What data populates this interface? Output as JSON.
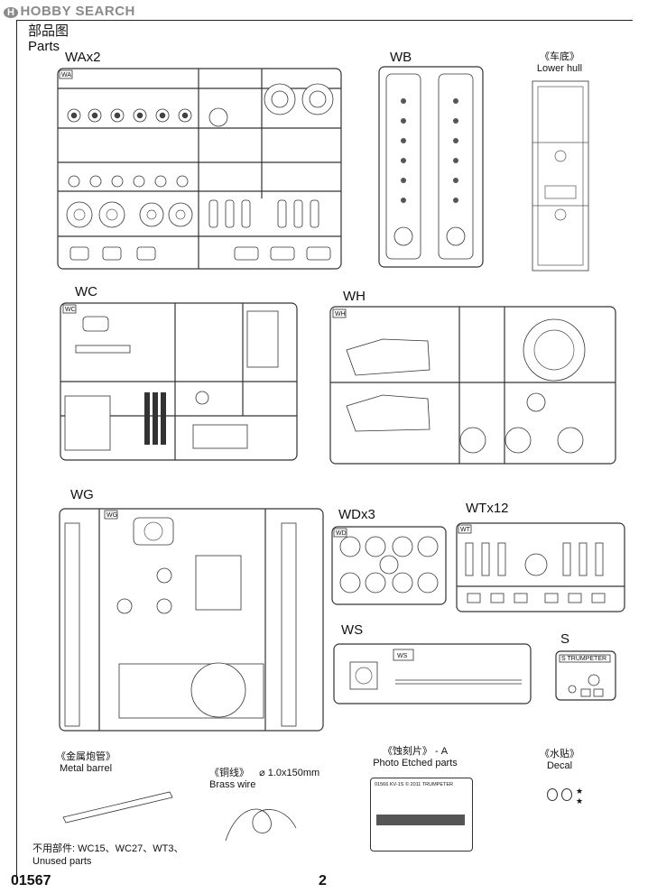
{
  "watermark": {
    "badge": "H",
    "text": "HOBBY SEARCH"
  },
  "header": {
    "cn": "部品图",
    "en": "Parts"
  },
  "sprues": {
    "wa": "WAx2",
    "wb": "WB",
    "wc": "WC",
    "wh": "WH",
    "wg": "WG",
    "wd": "WDx3",
    "wt": "WTx12",
    "ws": "WS",
    "s": "S"
  },
  "lower_hull": {
    "cn": "《车底》",
    "en": "Lower hull"
  },
  "metal_barrel": {
    "cn": "《金属炮管》",
    "en": "Metal barrel"
  },
  "brass_wire": {
    "cn": "《铜线》",
    "spec": "⌀ 1.0x150mm",
    "en": "Brass wire"
  },
  "photo_etched": {
    "cn": "《蚀刻片》 - A",
    "en": "Photo Etched parts",
    "plate_text": "01566   KV-1S  © 2011  TRUMPETER"
  },
  "decal": {
    "cn": "《水贴》",
    "en": "Decal"
  },
  "unused": {
    "cn": "不用部件: WC15、WC27、WT3、",
    "en": "Unused parts"
  },
  "footer": {
    "code": "01567",
    "page": "2"
  },
  "s_sprue_title": "S  TRUMPETER"
}
